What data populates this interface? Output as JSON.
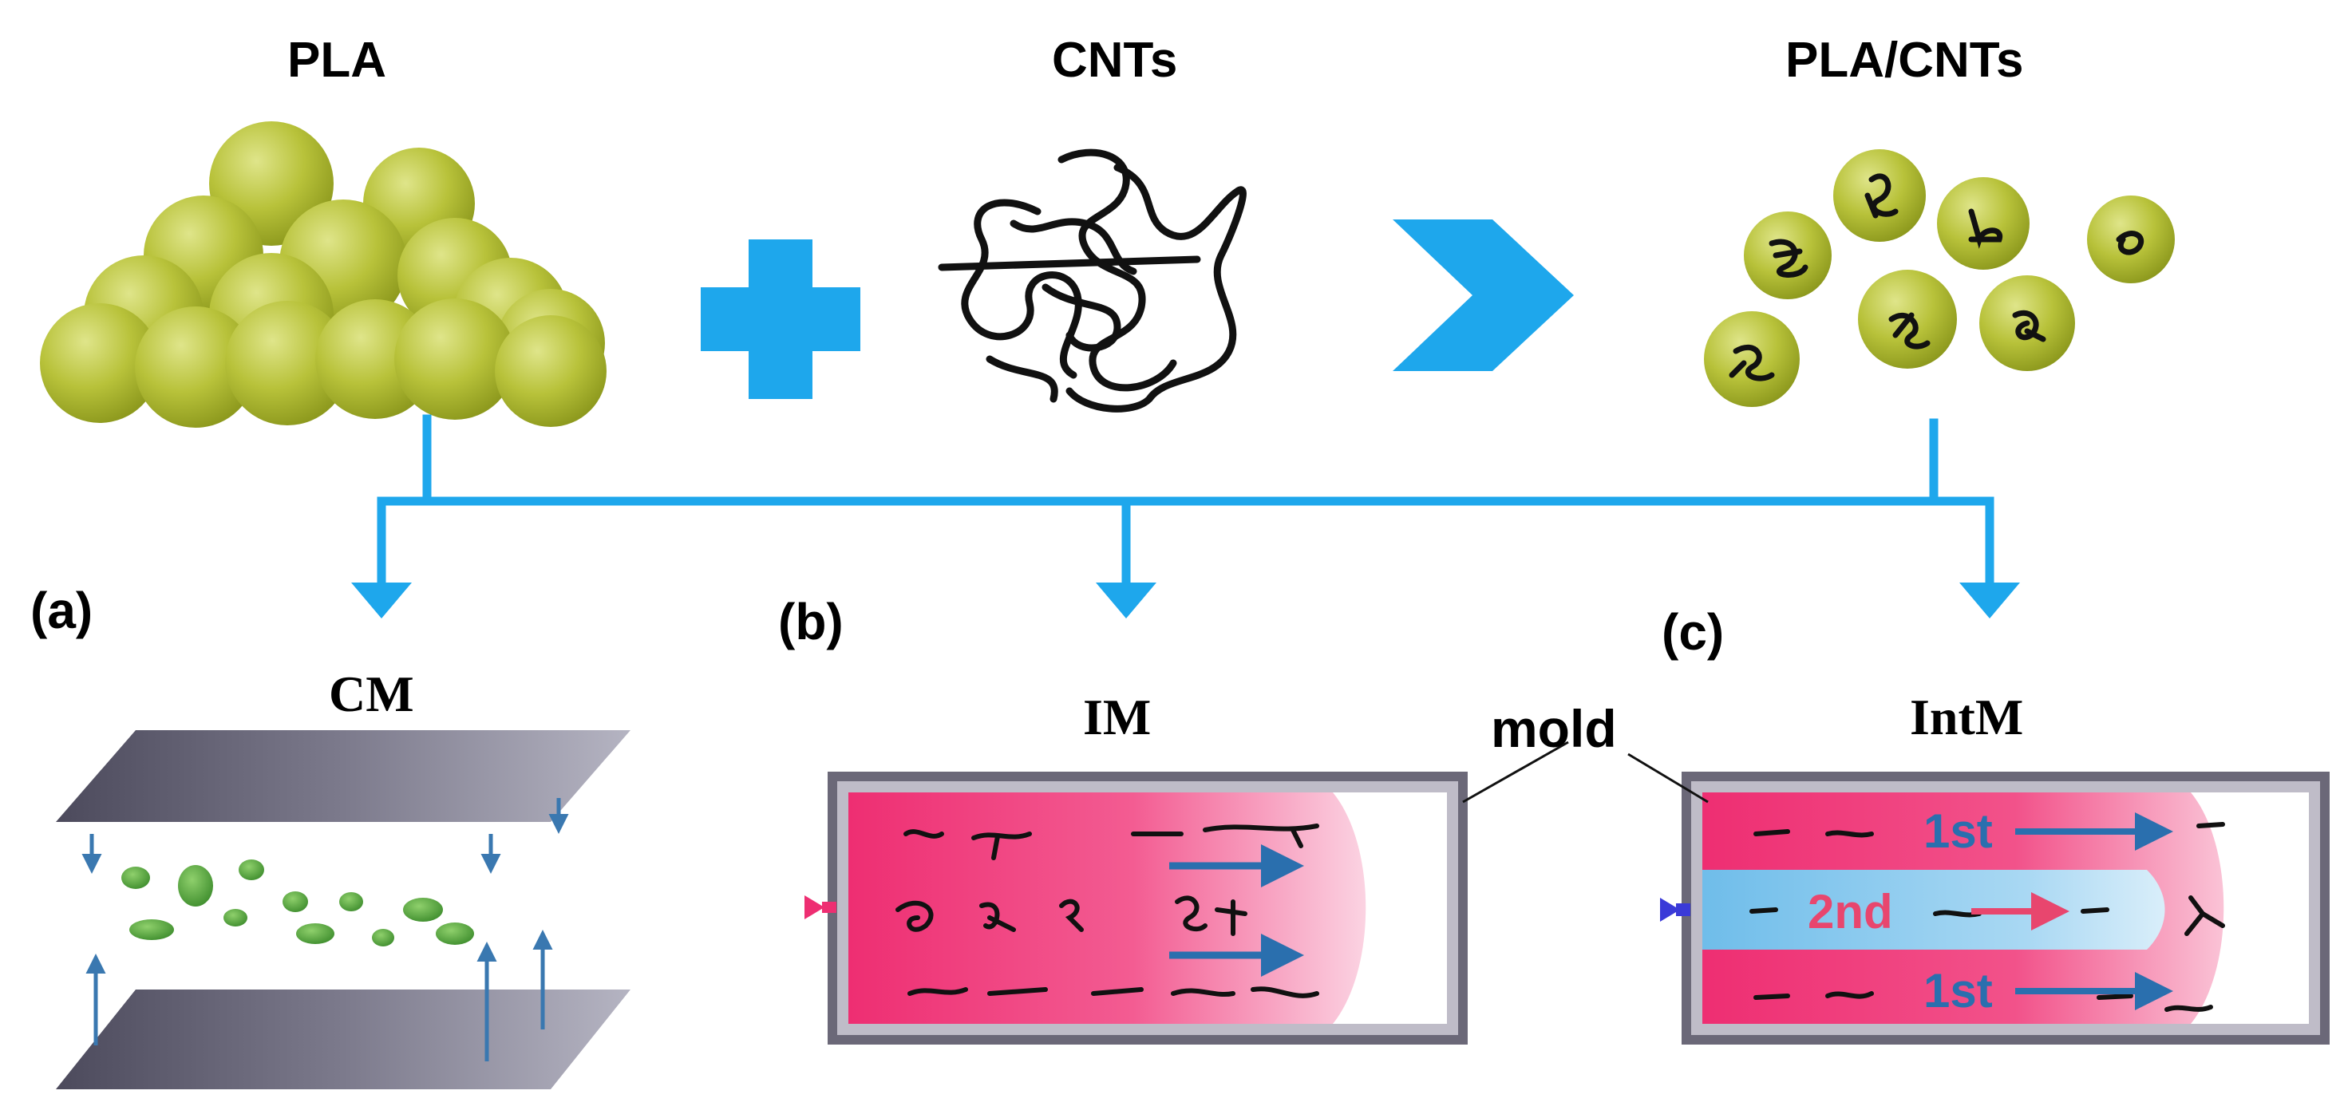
{
  "top_labels": {
    "pla": "PLA",
    "cnts": "CNTs",
    "composite": "PLA/CNTs"
  },
  "panels": {
    "a": {
      "tag": "(a)",
      "title": "CM"
    },
    "b": {
      "tag": "(b)",
      "title": "IM"
    },
    "c": {
      "tag": "(c)",
      "title": "IntM"
    }
  },
  "mold_label": "mold",
  "flow_labels": {
    "first_top": "1st",
    "second": "2nd",
    "first_bottom": "1st"
  },
  "colors": {
    "pla_bead": "#b8c23a",
    "connector_blue": "#1ea7ec",
    "melt_pink": "#ee2e72",
    "core_blue": "#7fc6ee",
    "flow_arrow": "#2a6fae",
    "second_text": "#e8466e",
    "plate_gray": "#5d5a6e",
    "cnt_line": "#111111",
    "particle_green": "#56a83e"
  }
}
